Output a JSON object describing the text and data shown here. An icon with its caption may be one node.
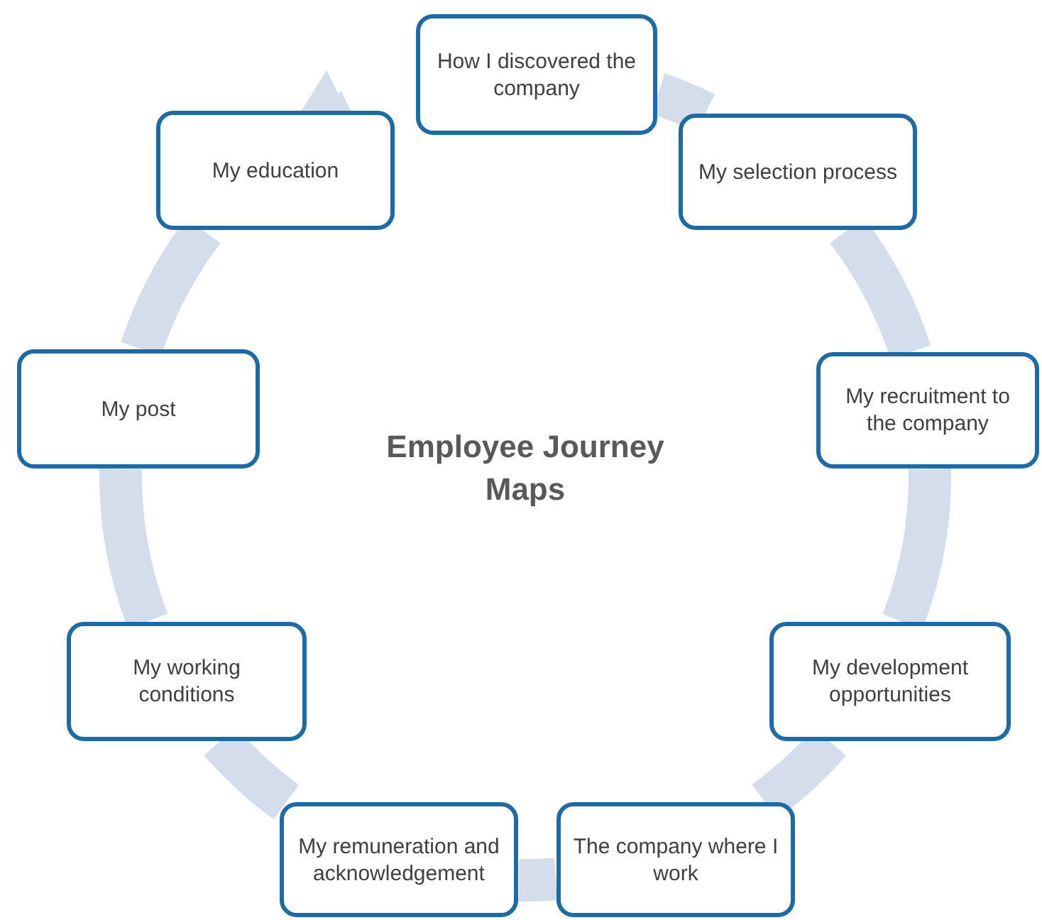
{
  "diagram": {
    "title": "Employee Journey Maps",
    "nodes": [
      {
        "text": [
          "How I discovered the company"
        ]
      },
      {
        "text": [
          "My selection process"
        ]
      },
      {
        "text": [
          "My recruitment to the company"
        ]
      },
      {
        "text": [
          "My development opportunities"
        ]
      },
      {
        "text": [
          "The company where I work"
        ]
      },
      {
        "text": [
          "My remuneration and acknowledgement"
        ]
      },
      {
        "text": [
          "My working conditions"
        ]
      },
      {
        "text": [
          "My post"
        ]
      },
      {
        "text": [
          "My education"
        ]
      }
    ],
    "edges": [
      {
        "from": 0,
        "to": 1,
        "arrow": "none"
      },
      {
        "from": 1,
        "to": 2,
        "arrow": "none"
      },
      {
        "from": 2,
        "to": 3,
        "arrow": "none"
      },
      {
        "from": 3,
        "to": 4,
        "arrow": "none"
      },
      {
        "from": 4,
        "to": 5,
        "arrow": "none"
      },
      {
        "from": 5,
        "to": 6,
        "arrow": "none"
      },
      {
        "from": 6,
        "to": 7,
        "arrow": "none"
      },
      {
        "from": 7,
        "to": 8,
        "arrow": "none"
      },
      {
        "from": 8,
        "to": 0,
        "arrow": "to"
      }
    ]
  }
}
